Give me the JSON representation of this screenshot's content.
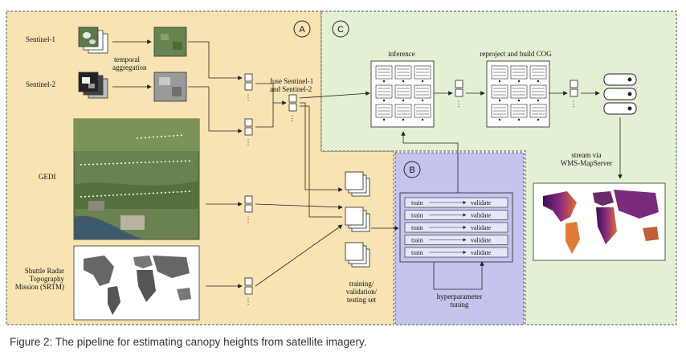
{
  "panels": {
    "a": {
      "tag": "A",
      "color": "#f8e3b3"
    },
    "b": {
      "tag": "B",
      "color": "#c4c4ee"
    },
    "c": {
      "tag": "C",
      "color": "#e4f0d4"
    }
  },
  "inputs": {
    "sentinel1": "Sentinel-1",
    "sentinel2": "Sentinel-2",
    "gedi": "GEDI",
    "srtm": [
      "Shuttle Radar",
      "Topography",
      "Mission (SRTM)"
    ]
  },
  "steps": {
    "temporal_aggregation": [
      "temporal",
      "aggregation"
    ],
    "fuse": [
      "fuse Sentinel-1",
      "and Sentinel-2"
    ],
    "sets": [
      "training/",
      "validation/",
      "testing set"
    ],
    "inference": "inference",
    "reproject": "reproject and build COG",
    "stream": [
      "stream via",
      "WMS-MapServer"
    ],
    "hyperparameter": [
      "hyperparameter",
      "tuning"
    ]
  },
  "cv_rows": [
    {
      "left": "train",
      "right": "validate"
    },
    {
      "left": "train",
      "right": "validate"
    },
    {
      "left": "train",
      "right": "validate"
    },
    {
      "left": "train",
      "right": "validate"
    },
    {
      "left": "train",
      "right": "validate"
    }
  ],
  "caption": "Figure 2: The pipeline for estimating canopy heights from satellite imagery.",
  "colors": {
    "arrow": "#222222",
    "map_land": "#4a1a6a",
    "map_high": "#f4a04a"
  }
}
